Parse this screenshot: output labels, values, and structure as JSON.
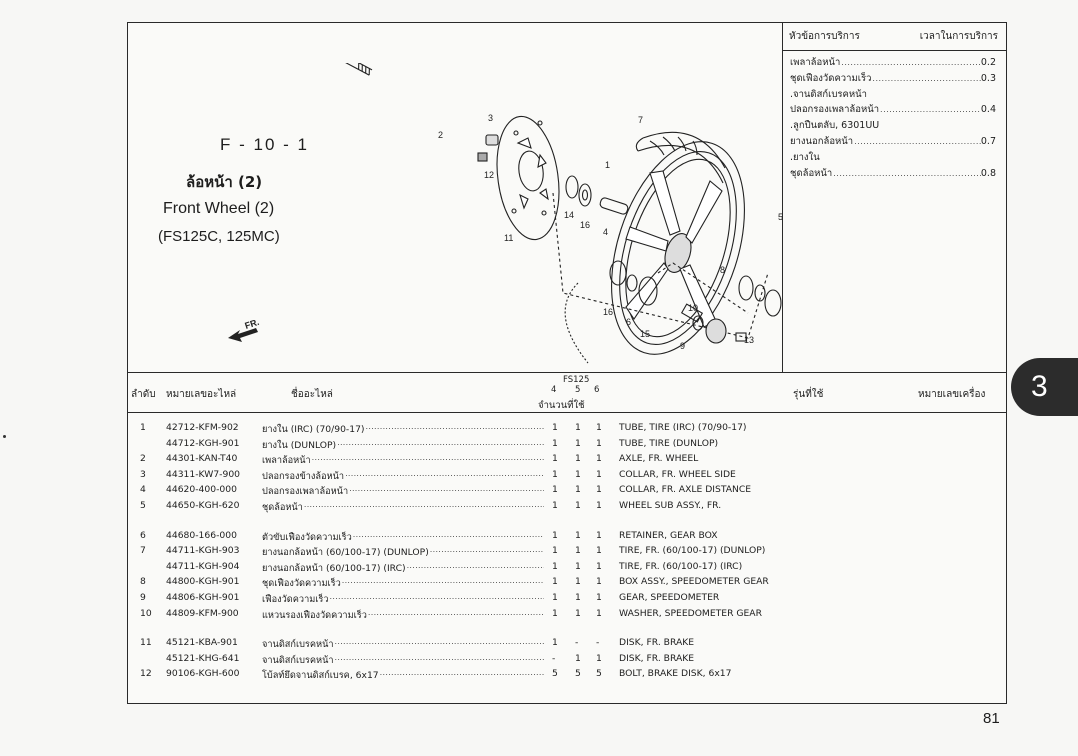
{
  "figure": {
    "code": "F - 10 - 1",
    "title_th": "ล้อหน้า (2)",
    "title_en": "Front Wheel (2)",
    "models": "(FS125C, 125MC)",
    "direction_label": "FR.",
    "callouts": [
      "1",
      "2",
      "3",
      "4",
      "5",
      "6",
      "7",
      "8",
      "9",
      "10",
      "11",
      "12",
      "13",
      "14",
      "15",
      "16",
      "16"
    ]
  },
  "service": {
    "header_item": "หัวข้อการบริการ",
    "header_time": "เวลาในการบริการ",
    "rows": [
      {
        "label": "เพลาล้อหน้า",
        "value": "0.2"
      },
      {
        "label": "ชุดเฟืองวัดความเร็ว",
        "value": "0.3"
      },
      {
        "label": ".จานดิสก์เบรคหน้า",
        "value": ""
      },
      {
        "label": "ปลอกรองเพลาล้อหน้า",
        "value": "0.4"
      },
      {
        "label": ".ลูกปืนตลับ, 6301UU",
        "value": ""
      },
      {
        "label": "ยางนอกล้อหน้า",
        "value": "0.7"
      },
      {
        "label": ".ยางใน",
        "value": ""
      },
      {
        "label": "ชุดล้อหน้า",
        "value": "0.8"
      }
    ]
  },
  "table": {
    "col_no": "ลำดับ",
    "col_part_no": "หมายเลขอะไหล่",
    "col_name": "ชื่ออะไหล่",
    "col_model_group": "FS125",
    "col_q4": "4",
    "col_q5": "5",
    "col_q6": "6",
    "col_qty": "จำนวนที่ใช้",
    "col_model": "รุ่นที่ใช้",
    "col_engine": "หมายเลขเครื่อง",
    "rows": [
      {
        "no": "1",
        "part_no": "42712-KFM-902",
        "name_th": "ยางใน (IRC) (70/90-17)",
        "q4": "1",
        "q5": "1",
        "q6": "1",
        "name_en": "TUBE, TIRE (IRC) (70/90-17)"
      },
      {
        "no": "",
        "part_no": "44712-KGH-901",
        "name_th": "ยางใน (DUNLOP)",
        "q4": "1",
        "q5": "1",
        "q6": "1",
        "name_en": "TUBE, TIRE (DUNLOP)"
      },
      {
        "no": "2",
        "part_no": "44301-KAN-T40",
        "name_th": "เพลาล้อหน้า",
        "q4": "1",
        "q5": "1",
        "q6": "1",
        "name_en": "AXLE, FR. WHEEL"
      },
      {
        "no": "3",
        "part_no": "44311-KW7-900",
        "name_th": "ปลอกรองข้างล้อหน้า",
        "q4": "1",
        "q5": "1",
        "q6": "1",
        "name_en": "COLLAR, FR. WHEEL SIDE"
      },
      {
        "no": "4",
        "part_no": "44620-400-000",
        "name_th": "ปลอกรองเพลาล้อหน้า",
        "q4": "1",
        "q5": "1",
        "q6": "1",
        "name_en": "COLLAR, FR. AXLE DISTANCE"
      },
      {
        "no": "5",
        "part_no": "44650-KGH-620",
        "name_th": "ชุดล้อหน้า",
        "q4": "1",
        "q5": "1",
        "q6": "1",
        "name_en": "WHEEL SUB ASSY., FR."
      },
      {
        "no": "6",
        "part_no": "44680-166-000",
        "name_th": "ตัวขับเฟืองวัดความเร็ว",
        "q4": "1",
        "q5": "1",
        "q6": "1",
        "name_en": "RETAINER, GEAR BOX",
        "gap": true
      },
      {
        "no": "7",
        "part_no": "44711-KGH-903",
        "name_th": "ยางนอกล้อหน้า (60/100-17) (DUNLOP)",
        "q4": "1",
        "q5": "1",
        "q6": "1",
        "name_en": "TIRE, FR. (60/100-17) (DUNLOP)"
      },
      {
        "no": "",
        "part_no": "44711-KGH-904",
        "name_th": "ยางนอกล้อหน้า (60/100-17) (IRC)",
        "q4": "1",
        "q5": "1",
        "q6": "1",
        "name_en": "TIRE, FR. (60/100-17) (IRC)"
      },
      {
        "no": "8",
        "part_no": "44800-KGH-901",
        "name_th": "ชุดเฟืองวัดความเร็ว",
        "q4": "1",
        "q5": "1",
        "q6": "1",
        "name_en": "BOX ASSY., SPEEDOMETER GEAR"
      },
      {
        "no": "9",
        "part_no": "44806-KGH-901",
        "name_th": "เฟืองวัดความเร็ว",
        "q4": "1",
        "q5": "1",
        "q6": "1",
        "name_en": "GEAR, SPEEDOMETER"
      },
      {
        "no": "10",
        "part_no": "44809-KFM-900",
        "name_th": "แหวนรองเฟืองวัดความเร็ว",
        "q4": "1",
        "q5": "1",
        "q6": "1",
        "name_en": "WASHER, SPEEDOMETER GEAR"
      },
      {
        "no": "11",
        "part_no": "45121-KBA-901",
        "name_th": "จานดิสก์เบรคหน้า",
        "q4": "1",
        "q5": "-",
        "q6": "-",
        "name_en": "DISK, FR. BRAKE",
        "gap": true
      },
      {
        "no": "",
        "part_no": "45121-KHG-641",
        "name_th": "จานดิสก์เบรคหน้า",
        "q4": "-",
        "q5": "1",
        "q6": "1",
        "name_en": "DISK, FR. BRAKE"
      },
      {
        "no": "12",
        "part_no": "90106-KGH-600",
        "name_th": "โบ้ลท์ยึดจานดิสก์เบรค, 6x17",
        "q4": "5",
        "q5": "5",
        "q6": "5",
        "name_en": "BOLT, BRAKE DISK, 6x17"
      }
    ]
  },
  "chapter": "3",
  "page_number": "81"
}
